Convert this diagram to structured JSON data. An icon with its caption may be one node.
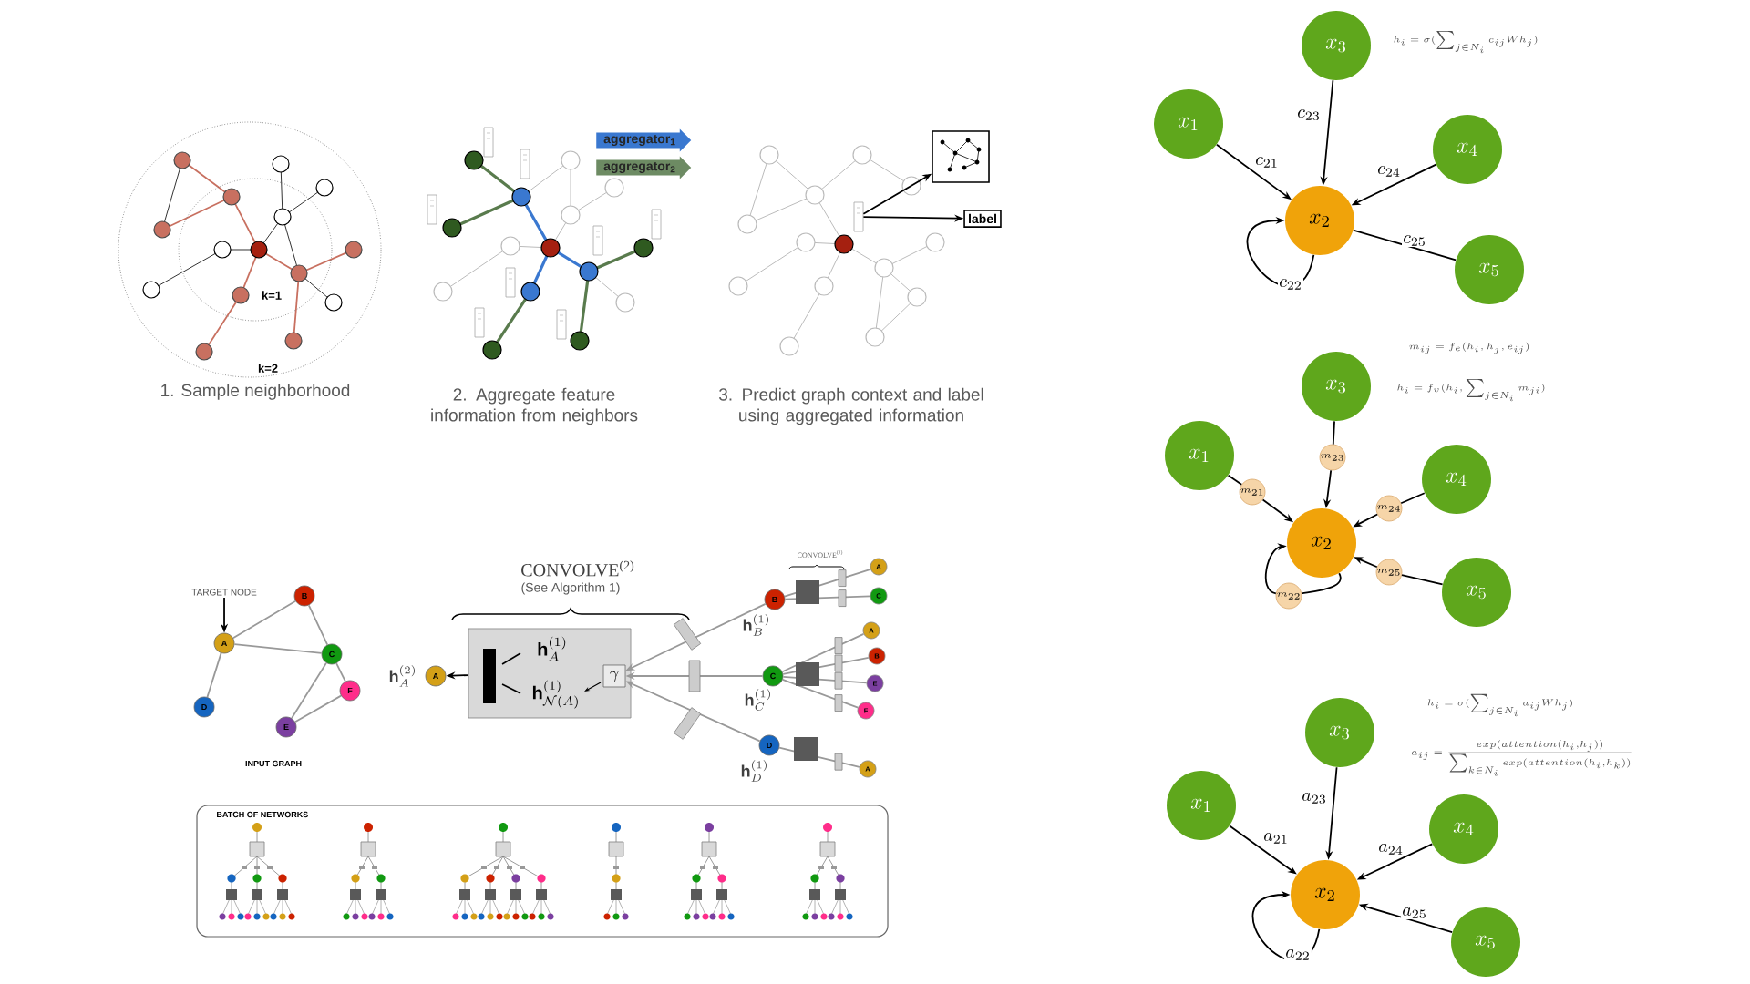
{
  "diagram": {
    "nodes": [
      {
        "text": [
          "aggregator$_{1}$"
        ]
      },
      {
        "text": [
          "aggregator$_{2}$"
        ]
      },
      {
        "text": [],
        "shape": "picture"
      },
      {
        "text": [
          "label"
        ]
      },
      {
        "text": [
          "x_3"
        ]
      },
      {
        "text": [
          "x_1"
        ]
      },
      {
        "text": [
          "x_4"
        ]
      },
      {
        "text": [
          "x_2"
        ]
      },
      {
        "text": [
          "x_5"
        ]
      },
      {
        "text": [
          "TARGET NODE"
        ]
      },
      {
        "text": [
          "B"
        ]
      },
      {
        "text": [
          "A"
        ]
      },
      {
        "text": [
          "C"
        ]
      },
      {
        "text": [
          "F"
        ]
      },
      {
        "text": [
          "D"
        ]
      },
      {
        "text": [
          "E"
        ]
      },
      {
        "text": [
          "x_3"
        ]
      },
      {
        "text": [
          "x_1"
        ]
      },
      {
        "text": [
          "x_4"
        ]
      },
      {
        "text": [
          "x_2"
        ]
      },
      {
        "text": [
          "x_5"
        ]
      },
      {
        "text": [
          "m_{23}"
        ]
      },
      {
        "text": [
          "m_{21}"
        ]
      },
      {
        "text": [
          "m_{24}"
        ]
      },
      {
        "text": [
          "m_{25}"
        ]
      },
      {
        "text": [
          "m_{22}"
        ]
      },
      {
        "text": [
          "A"
        ],
        "beside": [
          "\\mathbf{h}_A^{(2)}"
        ]
      },
      {
        "text": [
          "\\mathbf{h}_A^{(1)}",
          "\\mathbf{h}_{\\mathcal{N}(A)}^{(1)}"
        ]
      },
      {
        "text": [
          "\\gamma"
        ],
        "in": 27
      },
      {
        "text": [
          "B"
        ],
        "beside": [
          "\\mathbf{h}_B^{(1)}"
        ]
      },
      {
        "text": [
          "C"
        ],
        "beside": [
          "\\mathbf{h}_C^{(1)}"
        ]
      },
      {
        "text": [
          "D"
        ],
        "beside": [
          "\\mathbf{h}_D^{(1)}"
        ]
      },
      {
        "text": [
          "A"
        ]
      },
      {
        "text": [
          "C"
        ]
      },
      {
        "text": [
          "A"
        ]
      },
      {
        "text": [
          "B"
        ]
      },
      {
        "text": [
          "E"
        ]
      },
      {
        "text": [
          "F"
        ]
      },
      {
        "text": [
          "A"
        ]
      },
      {
        "text": [
          "BATCH OF NETWORKS"
        ]
      },
      {
        "text": [
          "x_3"
        ]
      },
      {
        "text": [
          "x_1"
        ]
      },
      {
        "text": [
          "x_4"
        ]
      },
      {
        "text": [
          "x_2"
        ]
      },
      {
        "text": [
          "x_5"
        ]
      },
      {
        "text": [],
        "shape": "bar"
      }
    ],
    "edges": [
      {
        "from": 45,
        "to": 2,
        "arrow": "to"
      },
      {
        "from": 45,
        "to": 3,
        "arrow": "to"
      },
      {
        "from": 5,
        "to": 7,
        "arrow": "to",
        "label": "c_{21}"
      },
      {
        "from": 4,
        "to": 7,
        "arrow": "to",
        "label": "c_{23}"
      },
      {
        "from": 6,
        "to": 7,
        "arrow": "to",
        "label": "c_{24}"
      },
      {
        "from": 8,
        "to": 7,
        "arrow": "none",
        "label": "c_{25}"
      },
      {
        "from": 7,
        "to": 7,
        "arrow": "to",
        "label": "c_{22}"
      },
      {
        "from": 9,
        "to": 11,
        "arrow": "to"
      },
      {
        "from": 11,
        "to": 10,
        "arrow": "none",
        "color": "#999999"
      },
      {
        "from": 11,
        "to": 12,
        "arrow": "none",
        "color": "#999999"
      },
      {
        "from": 10,
        "to": 12,
        "arrow": "none",
        "color": "#999999"
      },
      {
        "from": 11,
        "to": 14,
        "arrow": "none",
        "color": "#999999"
      },
      {
        "from": 12,
        "to": 15,
        "arrow": "none",
        "color": "#999999"
      },
      {
        "from": 12,
        "to": 13,
        "arrow": "none",
        "color": "#999999"
      },
      {
        "from": 15,
        "to": 13,
        "arrow": "none",
        "color": "#999999"
      },
      {
        "from": 17,
        "to": 22,
        "arrow": "none"
      },
      {
        "from": 22,
        "to": 19,
        "arrow": "to"
      },
      {
        "from": 16,
        "to": 21,
        "arrow": "none"
      },
      {
        "from": 21,
        "to": 19,
        "arrow": "to"
      },
      {
        "from": 18,
        "to": 23,
        "arrow": "none"
      },
      {
        "from": 23,
        "to": 19,
        "arrow": "to"
      },
      {
        "from": 20,
        "to": 24,
        "arrow": "none"
      },
      {
        "from": 24,
        "to": 19,
        "arrow": "to"
      },
      {
        "from": 19,
        "to": 25,
        "arrow": "none"
      },
      {
        "from": 25,
        "to": 19,
        "arrow": "to"
      },
      {
        "from": 27,
        "to": 26,
        "arrow": "to"
      },
      {
        "from": 29,
        "to": 28,
        "arrow": "to",
        "color": "#999999"
      },
      {
        "from": 30,
        "to": 28,
        "arrow": "to",
        "color": "#999999"
      },
      {
        "from": 31,
        "to": 28,
        "arrow": "to",
        "color": "#999999"
      },
      {
        "from": 32,
        "to": 29,
        "arrow": "none",
        "color": "#999999"
      },
      {
        "from": 33,
        "to": 29,
        "arrow": "none",
        "color": "#999999"
      },
      {
        "from": 34,
        "to": 30,
        "arrow": "none",
        "color": "#999999"
      },
      {
        "from": 35,
        "to": 30,
        "arrow": "none",
        "color": "#999999"
      },
      {
        "from": 36,
        "to": 30,
        "arrow": "none",
        "color": "#999999"
      },
      {
        "from": 37,
        "to": 30,
        "arrow": "none",
        "color": "#999999"
      },
      {
        "from": 38,
        "to": 31,
        "arrow": "none",
        "color": "#999999"
      },
      {
        "from": 41,
        "to": 43,
        "arrow": "to",
        "label": "a_{21}"
      },
      {
        "from": 40,
        "to": 43,
        "arrow": "to",
        "label": "a_{23}"
      },
      {
        "from": 42,
        "to": 43,
        "arrow": "to",
        "label": "a_{24}"
      },
      {
        "from": 44,
        "to": 43,
        "arrow": "to",
        "label": "a_{25}"
      },
      {
        "from": 43,
        "to": 43,
        "arrow": "to",
        "label": "a_{22}"
      }
    ],
    "labels": [
      "k=1",
      "k=2",
      "1. Sample neighborhood",
      "2. Aggregate feature information from neighbors",
      "3. Predict graph context and label using aggregated information",
      "h_i = \\sigma(\\sum_{j \\in N_i} c_{ij} W h_j)",
      "m_{ij} = f_e(h_i, h_j, e_{ij})",
      "h_i = f_v(h_i, \\sum_{j \\in N_i} m_{ji})",
      "INPUT GRAPH",
      "CONVOLVE$^{(2)}$",
      "(See Algorithm 1)",
      "CONVOLVE$^{(1)}$",
      "h_i = \\sigma(\\sum_{j \\in N_i} a_{ij} W h_j)",
      "a_{ij} = \\frac{exp(attention(h_i, h_j))}{\\sum_{k \\in N_i} exp(attention(h_i, h_k))}"
    ]
  }
}
